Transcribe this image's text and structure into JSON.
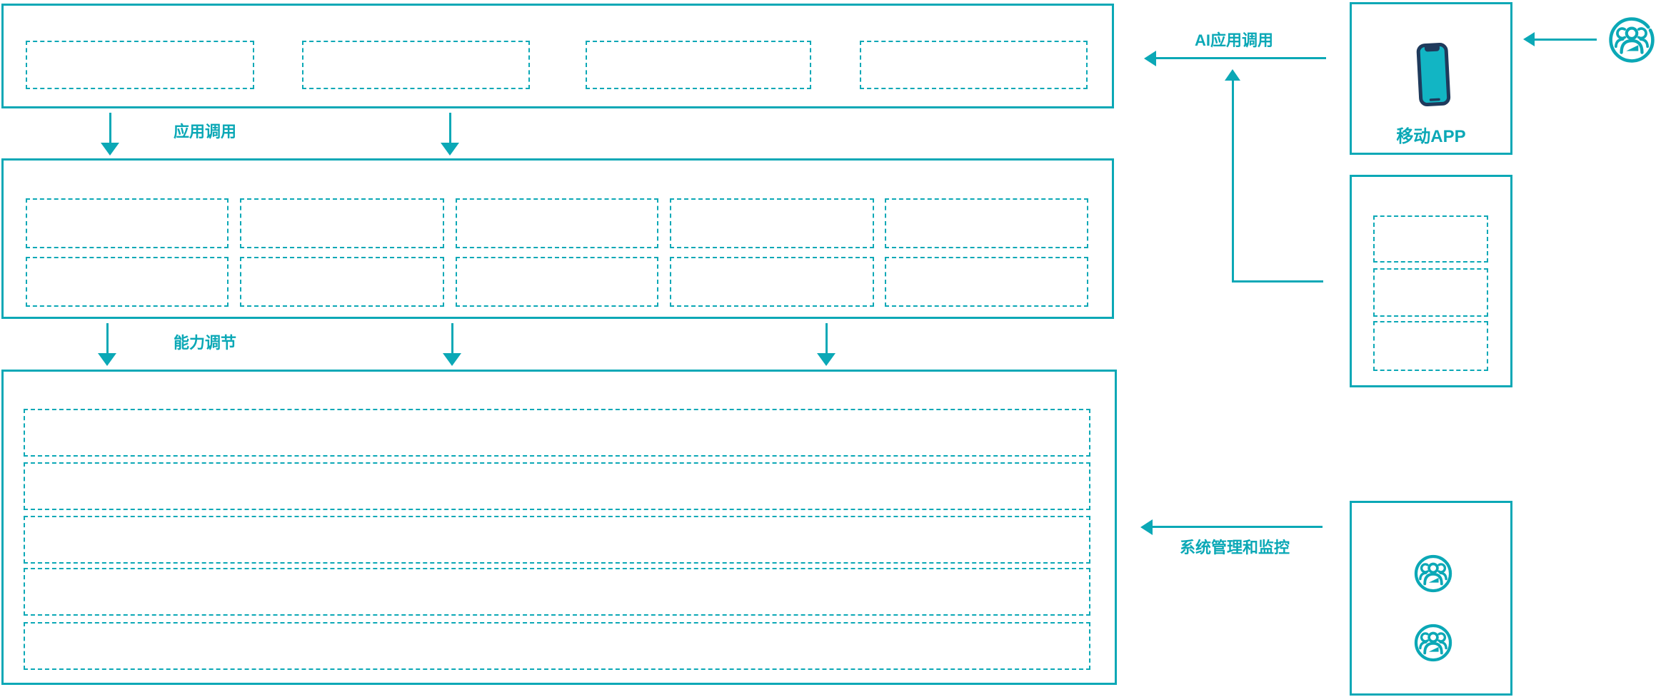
{
  "diagram": {
    "labels": {
      "app_call": "应用调用",
      "capability_adjust": "能力调节",
      "ai_app_call": "AI应用调用",
      "system_monitor": "系统管理和监控",
      "mobile_app": "移动APP"
    },
    "colors": {
      "teal": "#0ba8b6",
      "navy": "#1f3a5c"
    },
    "icons": {
      "phone": "smartphone-icon",
      "user_top_right": "user-group-icon",
      "admin_users": "user-group-icon"
    },
    "structure": {
      "top_layer_placeholder_count": 4,
      "middle_layer_grid": {
        "rows": 2,
        "cols": 5
      },
      "bottom_layer_row_count": 5,
      "right_panel_placeholder_count": 3,
      "admin_user_icon_count": 2
    }
  }
}
